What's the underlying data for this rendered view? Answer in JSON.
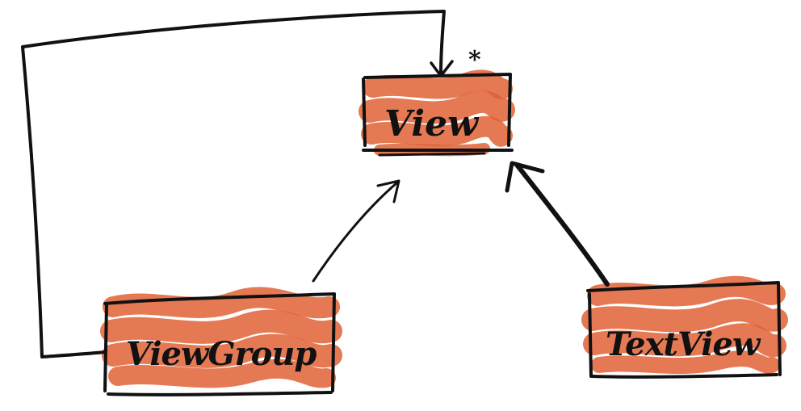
{
  "diagram": {
    "nodes": {
      "view": {
        "label": "View"
      },
      "view_group": {
        "label": "ViewGroup"
      },
      "text_view": {
        "label": "TextView"
      }
    },
    "multiplicity": "*"
  },
  "colors": {
    "fill": "#e06236",
    "ink": "#111111",
    "background": "#ffffff"
  }
}
